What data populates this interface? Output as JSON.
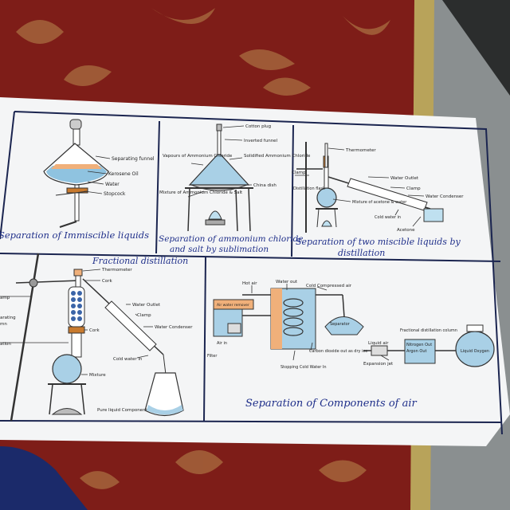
{
  "panels": {
    "immiscible": {
      "title": "Separation of Immiscible liquids",
      "labels": [
        "Separating funnel",
        "Kerosene Oil",
        "Water",
        "Stopcock"
      ]
    },
    "sublimation": {
      "title_line1": "Separation of ammonium chloride",
      "title_line2": "and salt by sublimation",
      "labels": [
        "Cotton plug",
        "Inverted funnel",
        "Solidified Ammonium Chloride",
        "Vapours of Ammonium Chloride",
        "China dish",
        "Mixture of Ammonium Chloride & Salt"
      ]
    },
    "miscible": {
      "title_line1": "Separation of two miscible liquids by",
      "title_line2": "distillation",
      "labels": [
        "Thermometer",
        "Water Outlet",
        "Clamp",
        "Water Condenser",
        "Clamp",
        "Distillation flask",
        "Mixture of acetone & water",
        "Cold water in",
        "Acetone"
      ]
    },
    "fractional": {
      "title": "Fractional distillation",
      "labels": [
        "Thermometer",
        "Cork",
        "Water Outlet",
        "Clamp",
        "Water Condenser",
        "Cork",
        "Cold water in",
        "Mixture",
        "Pure liquid Component",
        "amp",
        "arating",
        "mn",
        "ation"
      ]
    },
    "air": {
      "title": "Separation of Components of air",
      "labels": [
        "Hot air",
        "Water out",
        "Cold Compressed air",
        "Air water remover",
        "Air in",
        "Filter",
        "Carbon dioxide out as dry ice",
        "Stopping Cold Water In",
        "Separator",
        "Liquid air",
        "Expansion jet",
        "Fractional distillation column",
        "Nitrogen Out",
        "Argon Out",
        "Liquid Oxygen"
      ]
    }
  }
}
